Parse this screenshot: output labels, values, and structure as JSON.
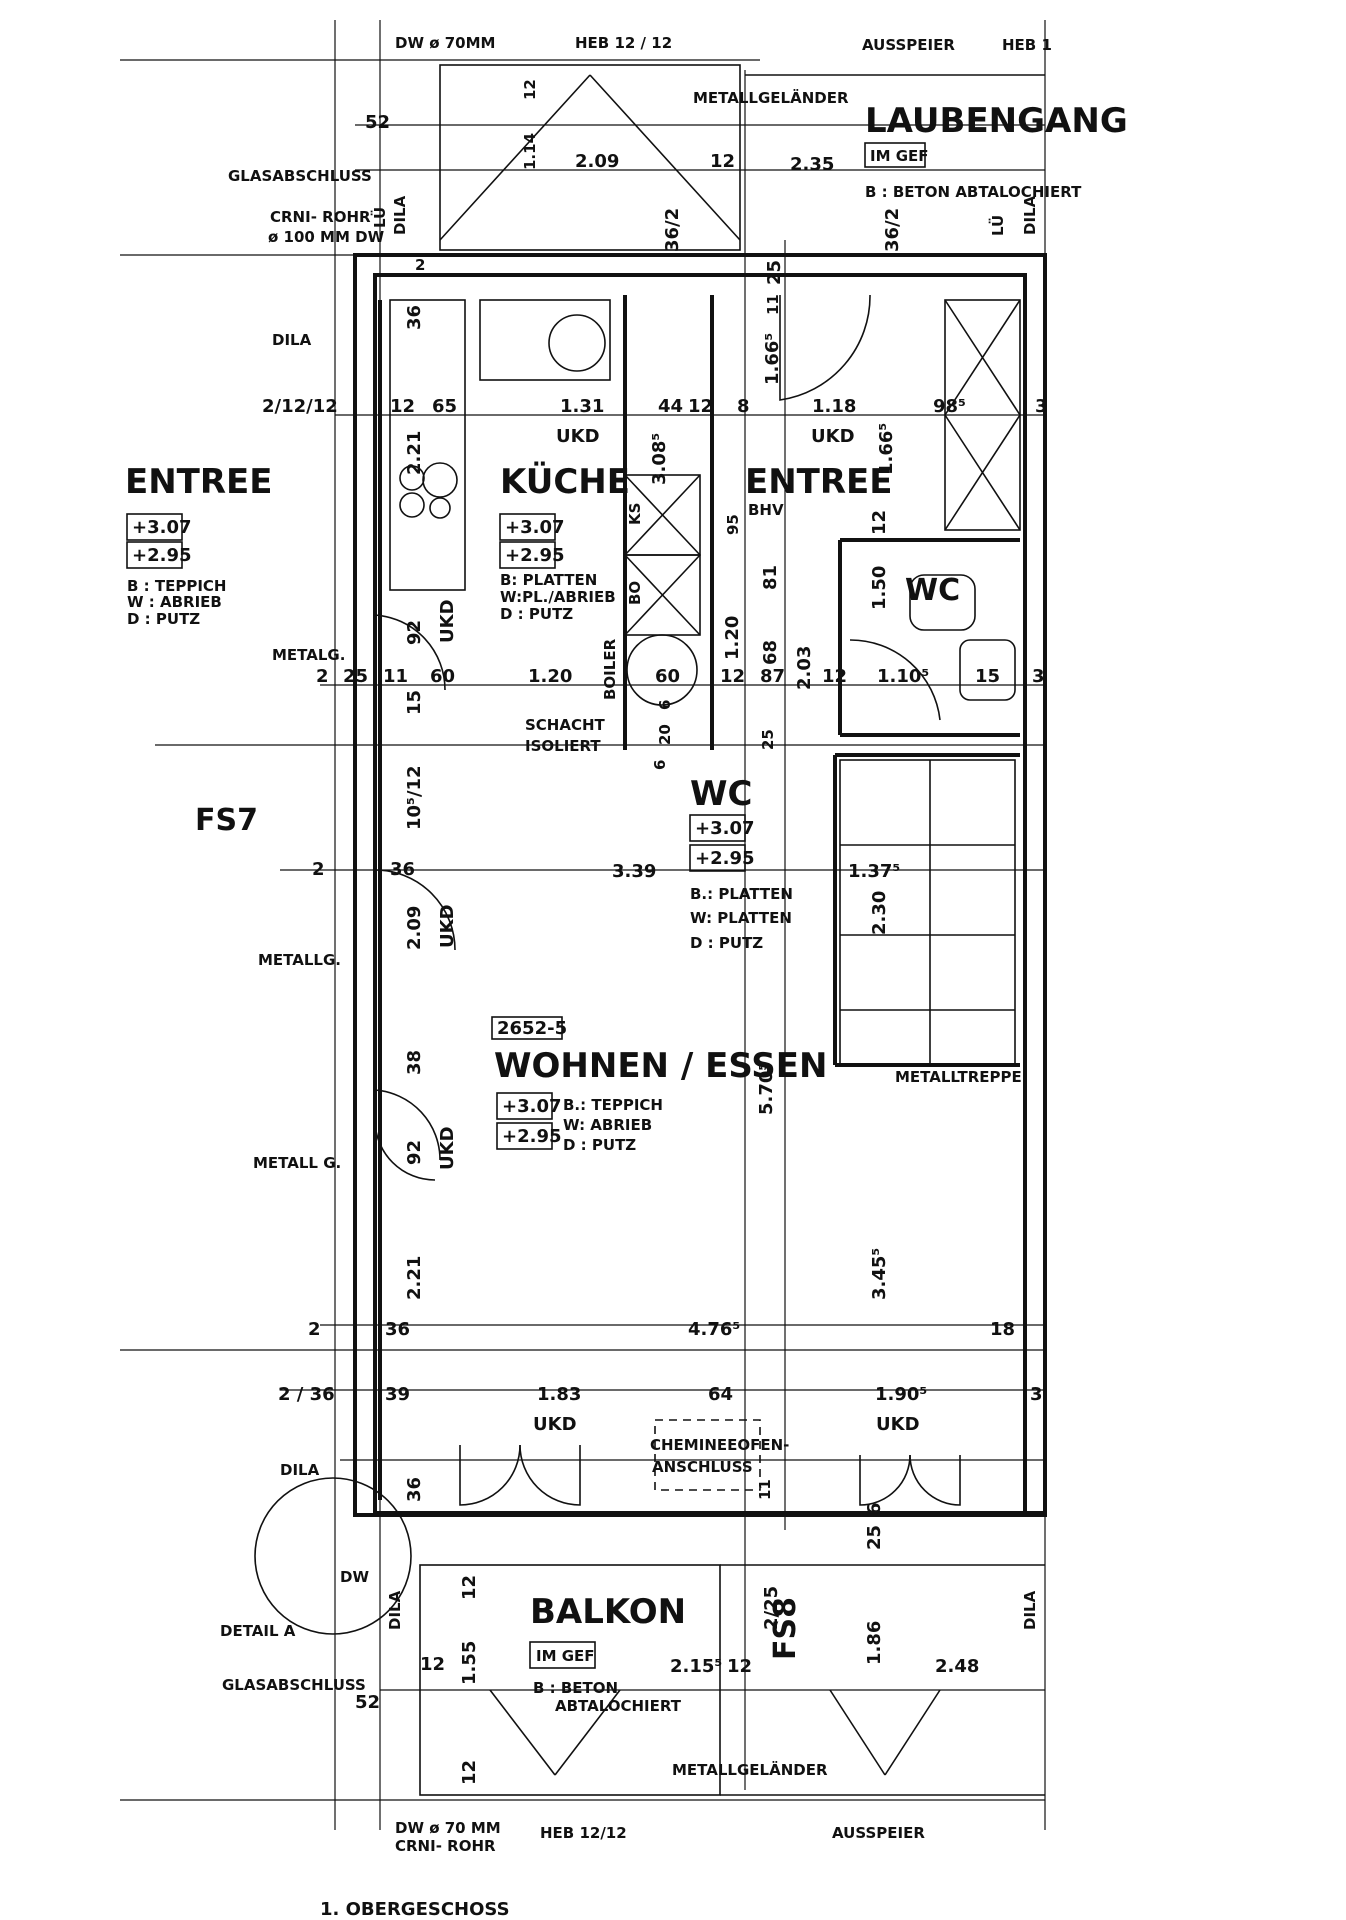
{
  "rooms": {
    "entree_left": {
      "name": "ENTREE",
      "h1": "+3.07",
      "h2": "+2.95",
      "b": "B : TEPPICH",
      "w": "W : ABRIEB",
      "d": "D : PUTZ"
    },
    "kueche": {
      "name": "KÜCHE",
      "h1": "+3.07",
      "h2": "+2.95",
      "b": "B: PLATTEN",
      "w": "W:PL./ABRIEB",
      "d": "D : PUTZ"
    },
    "wc_top": {
      "name": "WC"
    },
    "entree_mid": {
      "name": "ENTREE"
    },
    "wc_mid": {
      "name": "WC",
      "h1": "+3.07",
      "h2": "+2.95",
      "b": "B.: PLATTEN",
      "w": "W: PLATTEN",
      "d": "D : PUTZ"
    },
    "wohnen": {
      "id": "2652-5",
      "name": "WOHNEN / ESSEN",
      "h1": "+3.07",
      "h2": "+2.95",
      "b": "B.: TEPPICH",
      "w": "W: ABRIEB",
      "d": "D : PUTZ"
    },
    "laubengang": {
      "name": "LAUBENGANG",
      "tag": "IM GEF",
      "b": "B : BETON ABTALOCHIERT"
    },
    "balkon": {
      "name": "BALKON",
      "tag": "IM GEF",
      "b": "B : BETON",
      "b2": "ABTALOCHIERT"
    }
  },
  "notes": {
    "dw70": "DW ø 70MM",
    "heb_top": "HEB 12 / 12",
    "ausspeier_top": "AUSSPEIER",
    "heb_top_right": "HEB 1",
    "metallgelaender_top": "METALLGELÄNDER",
    "glasabschluss_top": "GLASABSCHLUSS",
    "crni_rohr": "CRNI- ROHR",
    "rohr_dw": "ø 100 MM DW",
    "dila": "DILA",
    "metalg1": "METALG.",
    "metallg2": "METALLG.",
    "metallg3": "METALL G.",
    "fs7": "FS7",
    "fs8": "FS8",
    "schacht": "SCHACHT",
    "isoliert": "ISOLIERT",
    "boiler": "BOILER",
    "bhv": "BHV",
    "metalltreppe": "METALLTREPPE",
    "chemineeofen": "CHEMINEEOFEN-",
    "anschluss": "ANSCHLUSS",
    "detail_a": "DETAIL A",
    "glasabschluss_bot": "GLASABSCHLUSS",
    "metallgelaender_bot": "METALLGELÄNDER",
    "dw70_bot": "DW ø 70 MM",
    "crni_rohr_bot": "CRNI- ROHR",
    "heb_bot": "HEB 12/12",
    "ausspeier_bot": "AUSSPEIER",
    "dw": "DW",
    "floor": "1. OBERGESCHOSS",
    "ukd": "UKD",
    "ks": "KS",
    "bo": "BO",
    "lue": "LÜ"
  },
  "dims": {
    "d52_top": "52",
    "d12a": "12",
    "d114": "1.14",
    "d209": "2.09",
    "d12b": "12",
    "d235": "2.35",
    "d362a": "36/2",
    "d362b": "36/2",
    "d25a": "25",
    "d2a": "2",
    "d21212": "2/12/12",
    "d12c": "12",
    "d65": "65",
    "d131": "1.31",
    "d44": "44",
    "d12d": "12",
    "d8": "8",
    "d118": "1.18",
    "d98": "98⁵",
    "d3a": "3",
    "d36a": "36",
    "d221a": "2.21",
    "d3085": "3.08⁵",
    "d1665a": "1.66⁵",
    "d1665b": "1.66⁵",
    "d11": "11",
    "d95": "95",
    "d81": "81",
    "d12e": "12",
    "d150": "1.50",
    "d92a": "92",
    "d2b": "2",
    "d25b": "25",
    "d11b": "11",
    "d60": "60",
    "d120": "1.20",
    "d60b": "60",
    "d12f": "12",
    "d87": "87",
    "d203": "2.03",
    "d12g": "12",
    "d1105": "1.10⁵",
    "d15": "15",
    "d3b": "3",
    "d68": "68",
    "d120b": "1.20",
    "d15b": "15",
    "d6": "6",
    "d20": "20",
    "d25c": "25",
    "d6b": "6",
    "d10512": "10⁵/12",
    "d2c": "2",
    "d36b": "36",
    "d339": "3.39",
    "d1375": "1.37⁵",
    "d230": "2.30",
    "d209b": "2.09",
    "d38": "38",
    "d5705": "5.70⁵",
    "d92b": "92",
    "d221b": "2.21",
    "d3455": "3.45⁵",
    "d2d": "2",
    "d36c": "36",
    "d4765": "4.76⁵",
    "d18": "18",
    "d236": "2 / 36",
    "d39": "39",
    "d183": "1.83",
    "d64": "64",
    "d1905": "1.90⁵",
    "d3c": "3",
    "d36d": "36",
    "d11c": "11",
    "d6c": "6",
    "d25d": "25",
    "d12h": "12",
    "d155": "1.55",
    "d225": "2/25",
    "d186": "1.86",
    "d12i": "12",
    "d2155": "2.15⁵",
    "d12j": "12",
    "d248": "2.48",
    "d52_bot": "52",
    "d12k": "12"
  }
}
